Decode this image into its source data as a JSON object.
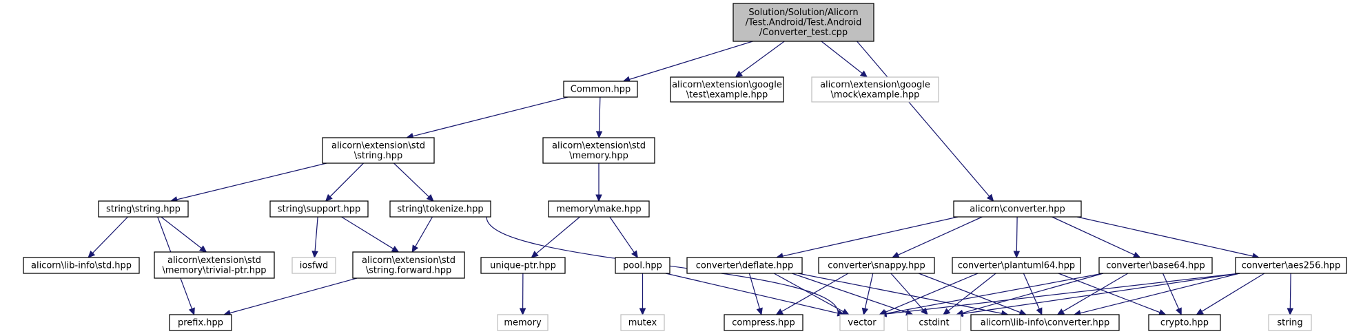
{
  "colors": {
    "edge": "#191970",
    "box_border": "#000000",
    "box_fill": "#ffffff",
    "root_fill": "#bfbfbf",
    "external_border": "#bfbfbf",
    "external_text": "#6e6e6e"
  },
  "nodes": [
    {
      "id": "root",
      "lines": [
        "Solution/Solution/Alicorn",
        "/Test.Android/Test.Android",
        "/Converter_test.cpp"
      ],
      "kind": "root"
    },
    {
      "id": "common",
      "lines": [
        "Common.hpp"
      ],
      "kind": "file"
    },
    {
      "id": "gtest",
      "lines": [
        "alicorn\\extension\\google",
        "\\test\\example.hpp"
      ],
      "kind": "file"
    },
    {
      "id": "gmock",
      "lines": [
        "alicorn\\extension\\google",
        "\\mock\\example.hpp"
      ],
      "kind": "external"
    },
    {
      "id": "converter",
      "lines": [
        "alicorn\\converter.hpp"
      ],
      "kind": "file"
    },
    {
      "id": "ext_string",
      "lines": [
        "alicorn\\extension\\std",
        "\\string.hpp"
      ],
      "kind": "file"
    },
    {
      "id": "ext_memory",
      "lines": [
        "alicorn\\extension\\std",
        "\\memory.hpp"
      ],
      "kind": "file"
    },
    {
      "id": "string_string",
      "lines": [
        "string\\string.hpp"
      ],
      "kind": "file"
    },
    {
      "id": "string_support",
      "lines": [
        "string\\support.hpp"
      ],
      "kind": "file"
    },
    {
      "id": "string_tokenize",
      "lines": [
        "string\\tokenize.hpp"
      ],
      "kind": "file"
    },
    {
      "id": "memory_make",
      "lines": [
        "memory\\make.hpp"
      ],
      "kind": "file"
    },
    {
      "id": "libinfo_std",
      "lines": [
        "alicorn\\lib-info\\std.hpp"
      ],
      "kind": "file"
    },
    {
      "id": "trivial_ptr",
      "lines": [
        "alicorn\\extension\\std",
        "\\memory\\trivial-ptr.hpp"
      ],
      "kind": "file"
    },
    {
      "id": "iosfwd",
      "lines": [
        "iosfwd"
      ],
      "kind": "external"
    },
    {
      "id": "string_forward",
      "lines": [
        "alicorn\\extension\\std",
        "\\string.forward.hpp"
      ],
      "kind": "file"
    },
    {
      "id": "unique_ptr",
      "lines": [
        "unique-ptr.hpp"
      ],
      "kind": "file"
    },
    {
      "id": "pool",
      "lines": [
        "pool.hpp"
      ],
      "kind": "file"
    },
    {
      "id": "conv_deflate",
      "lines": [
        "converter\\deflate.hpp"
      ],
      "kind": "file"
    },
    {
      "id": "conv_snappy",
      "lines": [
        "converter\\snappy.hpp"
      ],
      "kind": "file"
    },
    {
      "id": "conv_plantuml",
      "lines": [
        "converter\\plantuml64.hpp"
      ],
      "kind": "file"
    },
    {
      "id": "conv_base64",
      "lines": [
        "converter\\base64.hpp"
      ],
      "kind": "file"
    },
    {
      "id": "conv_aes",
      "lines": [
        "converter\\aes256.hpp"
      ],
      "kind": "file"
    },
    {
      "id": "prefix",
      "lines": [
        "prefix.hpp"
      ],
      "kind": "file"
    },
    {
      "id": "memory",
      "lines": [
        "memory"
      ],
      "kind": "external"
    },
    {
      "id": "mutex",
      "lines": [
        "mutex"
      ],
      "kind": "external"
    },
    {
      "id": "compress",
      "lines": [
        "compress.hpp"
      ],
      "kind": "file"
    },
    {
      "id": "vector",
      "lines": [
        "vector"
      ],
      "kind": "external"
    },
    {
      "id": "cstdint",
      "lines": [
        "cstdint"
      ],
      "kind": "external"
    },
    {
      "id": "libinfo_conv",
      "lines": [
        "alicorn\\lib-info\\converter.hpp"
      ],
      "kind": "file"
    },
    {
      "id": "crypto",
      "lines": [
        "crypto.hpp"
      ],
      "kind": "file"
    },
    {
      "id": "string",
      "lines": [
        "string"
      ],
      "kind": "external"
    }
  ],
  "edges": [
    [
      "root",
      "common"
    ],
    [
      "root",
      "gtest"
    ],
    [
      "root",
      "gmock"
    ],
    [
      "root",
      "converter"
    ],
    [
      "common",
      "ext_string"
    ],
    [
      "common",
      "ext_memory"
    ],
    [
      "ext_string",
      "string_string"
    ],
    [
      "ext_string",
      "string_support"
    ],
    [
      "ext_string",
      "string_tokenize"
    ],
    [
      "ext_memory",
      "memory_make"
    ],
    [
      "string_string",
      "libinfo_std"
    ],
    [
      "string_string",
      "trivial_ptr"
    ],
    [
      "string_string",
      "prefix"
    ],
    [
      "string_support",
      "iosfwd"
    ],
    [
      "string_support",
      "string_forward"
    ],
    [
      "string_tokenize",
      "string_forward"
    ],
    [
      "string_tokenize",
      "vector"
    ],
    [
      "string_forward",
      "prefix"
    ],
    [
      "memory_make",
      "unique_ptr"
    ],
    [
      "memory_make",
      "pool"
    ],
    [
      "unique_ptr",
      "memory"
    ],
    [
      "pool",
      "mutex"
    ],
    [
      "pool",
      "vector"
    ],
    [
      "converter",
      "conv_deflate"
    ],
    [
      "converter",
      "conv_snappy"
    ],
    [
      "converter",
      "conv_plantuml"
    ],
    [
      "converter",
      "conv_base64"
    ],
    [
      "converter",
      "conv_aes"
    ],
    [
      "conv_deflate",
      "compress"
    ],
    [
      "conv_deflate",
      "vector"
    ],
    [
      "conv_deflate",
      "cstdint"
    ],
    [
      "conv_deflate",
      "libinfo_conv"
    ],
    [
      "conv_snappy",
      "compress"
    ],
    [
      "conv_snappy",
      "vector"
    ],
    [
      "conv_snappy",
      "cstdint"
    ],
    [
      "conv_snappy",
      "libinfo_conv"
    ],
    [
      "conv_plantuml",
      "vector"
    ],
    [
      "conv_plantuml",
      "cstdint"
    ],
    [
      "conv_plantuml",
      "libinfo_conv"
    ],
    [
      "conv_plantuml",
      "crypto"
    ],
    [
      "conv_base64",
      "vector"
    ],
    [
      "conv_base64",
      "cstdint"
    ],
    [
      "conv_base64",
      "libinfo_conv"
    ],
    [
      "conv_base64",
      "crypto"
    ],
    [
      "conv_aes",
      "vector"
    ],
    [
      "conv_aes",
      "cstdint"
    ],
    [
      "conv_aes",
      "libinfo_conv"
    ],
    [
      "conv_aes",
      "crypto"
    ],
    [
      "conv_aes",
      "string"
    ]
  ]
}
